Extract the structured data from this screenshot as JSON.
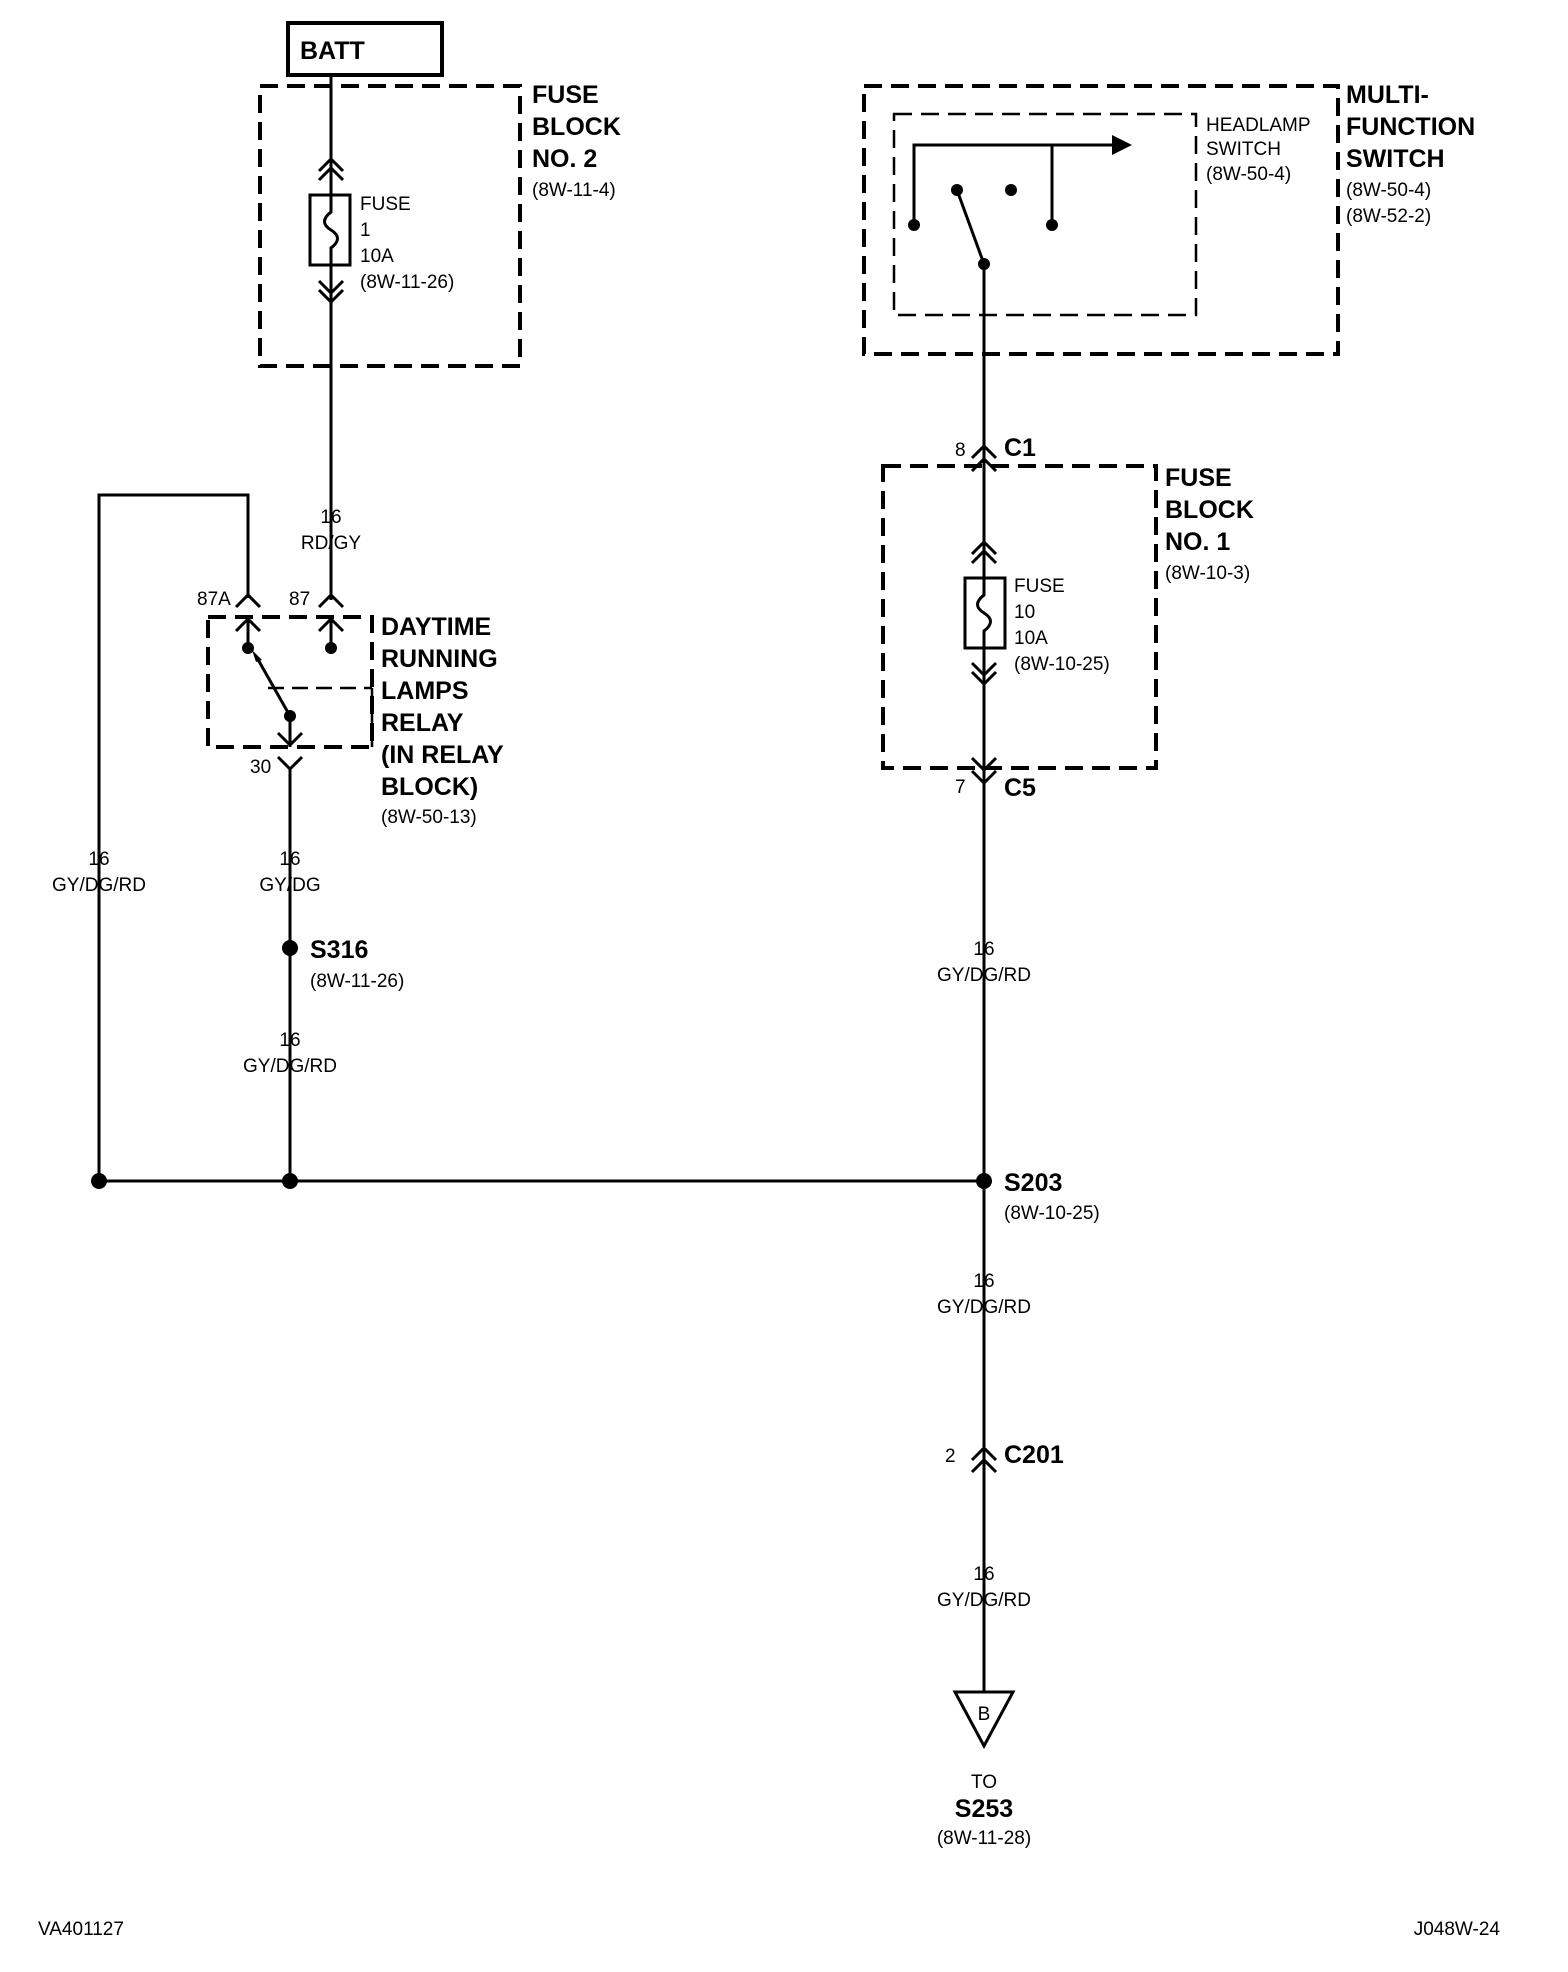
{
  "batt": "BATT",
  "fuse_block_2": {
    "line1": "FUSE",
    "line2": "BLOCK",
    "line3": "NO. 2",
    "ref": "(8W-11-4)"
  },
  "fuse_1": {
    "name": "FUSE",
    "number": "1",
    "rating": "10A",
    "ref": "(8W-11-26)"
  },
  "wire_rd_gy": {
    "gauge": "16",
    "color": "RD/GY"
  },
  "relay": {
    "pin_87a": "87A",
    "pin_87": "87",
    "pin_30": "30",
    "line1": "DAYTIME",
    "line2": "RUNNING",
    "line3": "LAMPS",
    "line4": "RELAY",
    "line5": "(IN RELAY",
    "line6": "BLOCK)",
    "ref": "(8W-50-13)"
  },
  "wire_left": {
    "gauge": "16",
    "color": "GY/DG/RD"
  },
  "wire_gy_dg": {
    "gauge": "16",
    "color": "GY/DG"
  },
  "s316": {
    "name": "S316",
    "ref": "(8W-11-26)"
  },
  "wire_s316_below": {
    "gauge": "16",
    "color": "GY/DG/RD"
  },
  "multi_function_switch": {
    "line1": "MULTI-",
    "line2": "FUNCTION",
    "line3": "SWITCH",
    "ref1": "(8W-50-4)",
    "ref2": "(8W-52-2)"
  },
  "headlamp_switch": {
    "line1": "HEADLAMP",
    "line2": "SWITCH",
    "ref": "(8W-50-4)"
  },
  "c1": {
    "name": "C1",
    "pin": "8"
  },
  "fuse_block_1": {
    "line1": "FUSE",
    "line2": "BLOCK",
    "line3": "NO. 1",
    "ref": "(8W-10-3)"
  },
  "fuse_10": {
    "name": "FUSE",
    "number": "10",
    "rating": "10A",
    "ref": "(8W-10-25)"
  },
  "c5": {
    "name": "C5",
    "pin": "7"
  },
  "wire_right_upper": {
    "gauge": "16",
    "color": "GY/DG/RD"
  },
  "s203": {
    "name": "S203",
    "ref": "(8W-10-25)"
  },
  "wire_right_mid": {
    "gauge": "16",
    "color": "GY/DG/RD"
  },
  "c201": {
    "name": "C201",
    "pin": "2"
  },
  "wire_right_lower": {
    "gauge": "16",
    "color": "GY/DG/RD"
  },
  "destination": {
    "marker": "B",
    "to": "TO",
    "name": "S253",
    "ref": "(8W-11-28)"
  },
  "footer": {
    "left_code": "VA401127",
    "right_code": "J048W-24"
  }
}
